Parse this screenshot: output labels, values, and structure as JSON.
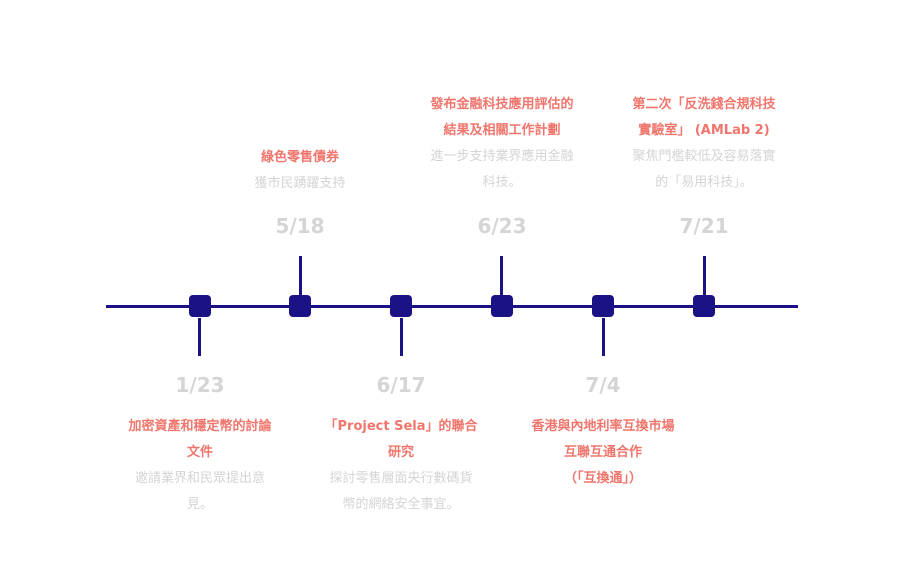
{
  "milestones": [
    {
      "date": "1/23",
      "title": [
        "加密資產和穩定幣的討論",
        "文件"
      ],
      "desc": [
        "邀請業界和民眾提出意",
        "見。"
      ]
    },
    {
      "date": "5/18",
      "title": [
        "綠色零售債券"
      ],
      "desc": [
        "獲市民踴躍支持"
      ]
    },
    {
      "date": "6/17",
      "title": [
        "「Project Sela」的聯合",
        "研究"
      ],
      "desc": [
        "探討零售層面央行數碼貨",
        "幣的網絡安全事宜。"
      ]
    },
    {
      "date": "6/23",
      "title": [
        "發布金融科技應用評估的",
        "結果及相關工作計劃"
      ],
      "desc": [
        "進一步支持業界應用金融",
        "科技。"
      ]
    },
    {
      "date": "7/4",
      "title": [
        "香港與內地利率互換市場",
        "互聯互通合作",
        "（「互換通」）"
      ],
      "desc": []
    },
    {
      "date": "7/21",
      "title": [
        "第二次「反洗錢合規科技",
        "實驗室」 (AMLab 2)"
      ],
      "desc": [
        "聚焦門檻較低及容易落實",
        "的「易用科技」。"
      ]
    }
  ],
  "colors": {
    "axis": "#1a1285",
    "title": "#f0766d",
    "date": "#d5d5d5",
    "desc": "#d4d4d4"
  }
}
